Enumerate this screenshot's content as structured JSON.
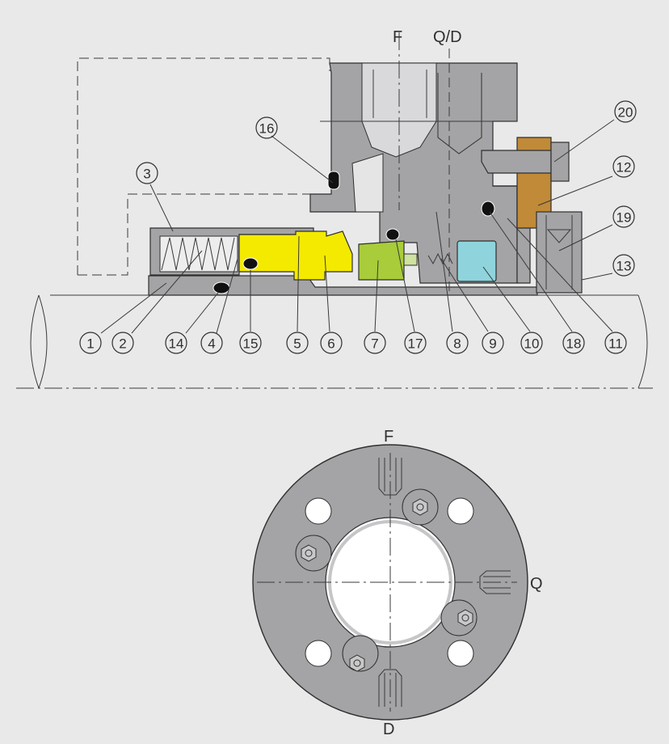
{
  "colors": {
    "background": "#e9e9ea",
    "metal": "#a4a4a6",
    "metal_dark": "#8f8f91",
    "rotating_face_yellow": "#f4ea00",
    "seal_ring_green": "#a8cc3a",
    "stationary_seat_cyan": "#8fd4dc",
    "clamp_bronze": "#c08a38",
    "oring_black": "#111111"
  },
  "section_view": {
    "port_labels": {
      "flush": "F",
      "quench_drain": "Q/D"
    },
    "callouts": [
      {
        "id": "c1",
        "text": "1"
      },
      {
        "id": "c2",
        "text": "2"
      },
      {
        "id": "c14",
        "text": "14"
      },
      {
        "id": "c4",
        "text": "4"
      },
      {
        "id": "c15",
        "text": "15"
      },
      {
        "id": "c5",
        "text": "5"
      },
      {
        "id": "c6",
        "text": "6"
      },
      {
        "id": "c7",
        "text": "7"
      },
      {
        "id": "c17",
        "text": "17"
      },
      {
        "id": "c8",
        "text": "8"
      },
      {
        "id": "c9",
        "text": "9"
      },
      {
        "id": "c10",
        "text": "10"
      },
      {
        "id": "c18",
        "text": "18"
      },
      {
        "id": "c11",
        "text": "11"
      },
      {
        "id": "c3",
        "text": "3"
      },
      {
        "id": "c16",
        "text": "16"
      },
      {
        "id": "c20",
        "text": "20"
      },
      {
        "id": "c12",
        "text": "12"
      },
      {
        "id": "c19",
        "text": "19"
      },
      {
        "id": "c13",
        "text": "13"
      }
    ]
  },
  "end_view": {
    "port_labels": {
      "top": "F",
      "right": "Q",
      "bottom": "D"
    }
  }
}
